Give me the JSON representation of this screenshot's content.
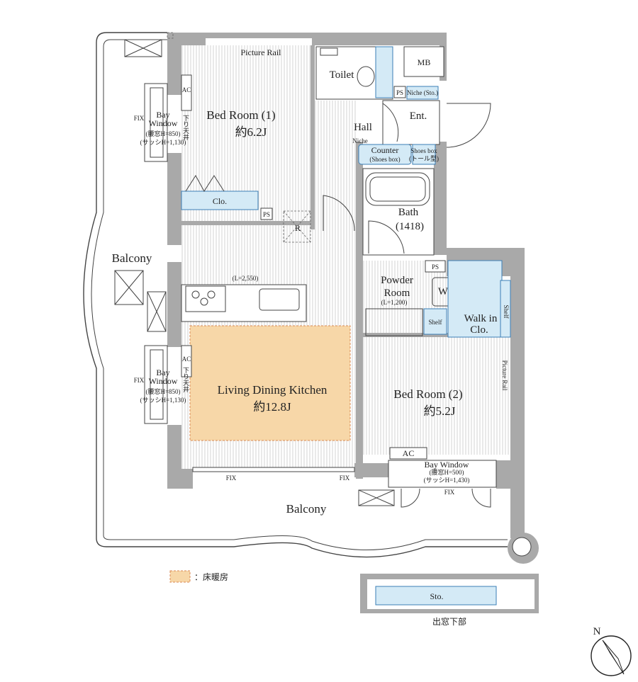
{
  "rooms": {
    "bed1": {
      "name": "Bed Room (1)",
      "size": "約6.2J"
    },
    "bed2": {
      "name": "Bed Room (2)",
      "size": "約5.2J"
    },
    "ldk": {
      "name": "Living Dining Kitchen",
      "size": "約12.8J"
    },
    "toilet": "Toilet",
    "mb": "MB",
    "hall": "Hall",
    "ent": "Ent.",
    "bath_line1": "Bath",
    "bath_line2": "(1418)",
    "powder_line1": "Powder",
    "powder_line2": "Room",
    "walkin_line1": "Walk in",
    "walkin_line2": "Clo.",
    "clo": "Clo.",
    "shelf": "Shelf",
    "shelf_vert": "Shelf",
    "sto": "Sto."
  },
  "labels": {
    "picture_rail_top": "Picture Rail",
    "picture_rail_side": "Picture Rail",
    "niche": "Niche",
    "niche_sto": "Niche (Sto.)",
    "counter_line1": "Counter",
    "counter_line2": "(Shoes box)",
    "shoes_box": "Shoes box",
    "shoes_box_sub": "(トール型)",
    "ps1": "PS",
    "ps2": "PS",
    "ps3": "PS",
    "r": "R",
    "w": "W",
    "ac1": "AC",
    "ac2": "AC",
    "ac3": "AC",
    "drop_ceiling1": "下り天井",
    "drop_ceiling2": "下り天井",
    "kitchen_length": "(L=2,550)",
    "vanity_length": "(L=1,200)",
    "balcony_left": "Balcony",
    "balcony_bottom": "Balcony",
    "fix1": "FIX",
    "fix2": "FIX",
    "fix3": "FIX",
    "fix_side1": "FIX",
    "fix_side2": "FIX",
    "below_window": "出窓下部"
  },
  "bay_windows": {
    "left_top": {
      "title1": "Bay",
      "title2": "Window",
      "line1": "(腰窓H=850)",
      "line2": "(サッシH=1,130)"
    },
    "left_bottom": {
      "title1": "Bay",
      "title2": "Window",
      "line1": "(腰窓H=850)",
      "line2": "(サッシH=1,130)"
    },
    "bottom": {
      "title": "Bay Window",
      "line1": "(腰窓H=500)",
      "line2": "(サッシH=1,430)"
    }
  },
  "legend": {
    "text": "：床暖房",
    "swatch_color": "#f7d7a8"
  },
  "compass": {
    "letter": "N"
  }
}
